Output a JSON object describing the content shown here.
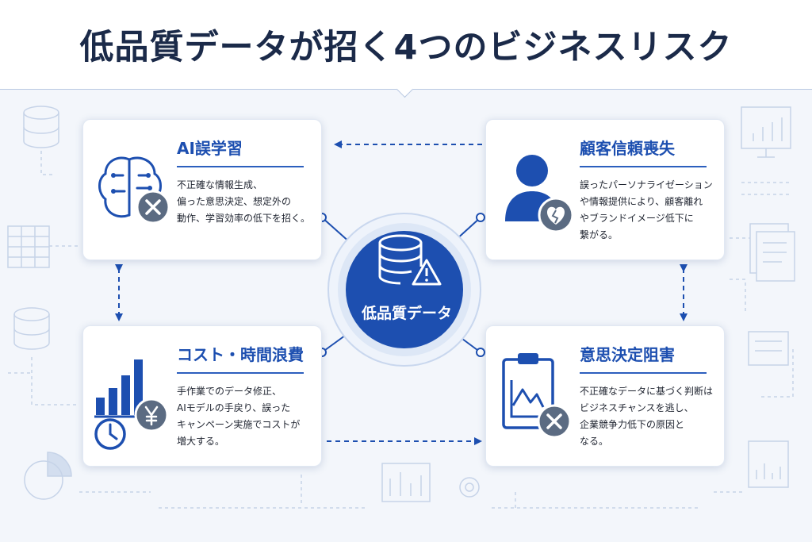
{
  "title": "低品質データが招く4つのビジネスリスク",
  "center": {
    "label": "低品質データ",
    "icon": "database-warning-icon"
  },
  "colors": {
    "accent": "#1d4fb0",
    "title": "#1b2a49",
    "badge": "#5b6b82",
    "background": "#f3f6fb"
  },
  "cards": {
    "ai": {
      "title": "AI誤学習",
      "lines": [
        "不正確な情報生成、",
        "偏った意思決定、想定外の",
        "動作、学習効率の低下を招く。"
      ],
      "icon": "brain-error-icon"
    },
    "trust": {
      "title": "顧客信頼喪失",
      "lines": [
        "誤ったパーソナライゼーション",
        "や情報提供により、顧客離れ",
        "やブランドイメージ低下に",
        "繋がる。"
      ],
      "icon": "user-broken-heart-icon"
    },
    "cost": {
      "title": "コスト・時間浪費",
      "lines": [
        "手作業でのデータ修正、",
        "AIモデルの手戻り、誤った",
        "キャンペーン実施でコストが",
        "増大する。"
      ],
      "icon": "chart-yen-clock-icon"
    },
    "decision": {
      "title": "意思決定阻害",
      "lines": [
        "不正確なデータに基づく判断は",
        "ビジネスチャンスを逃し、",
        "企業競争力低下の原因と",
        "なる。"
      ],
      "icon": "clipboard-chart-error-icon"
    }
  }
}
